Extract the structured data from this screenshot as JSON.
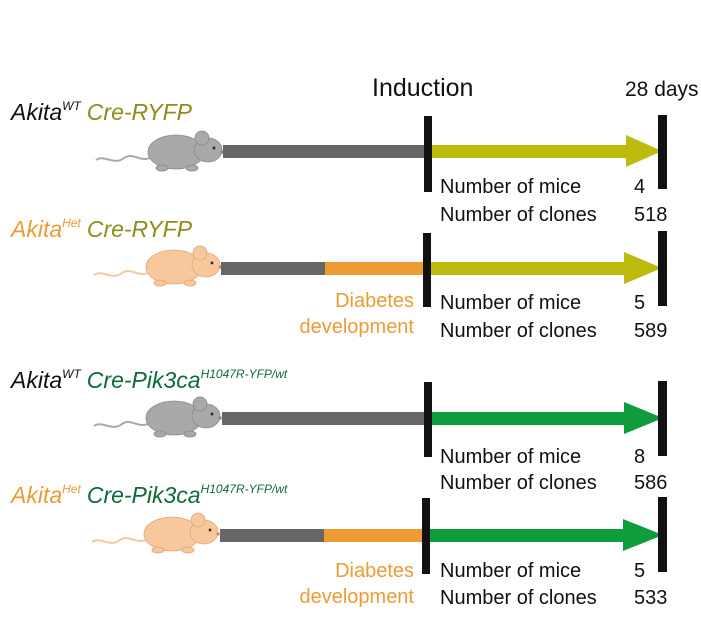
{
  "header": {
    "induction": "Induction",
    "end_time": "28 days"
  },
  "colors": {
    "black": "#111111",
    "gray_segment": "#666666",
    "orange": "#ED9B33",
    "olive_text": "#8E8C1B",
    "yellow_green_arrow": "#BDBB0E",
    "green_arrow": "#0E9C3C",
    "dark_green_text": "#0D6B3A",
    "mouse_gray": "#A9A9A9",
    "mouse_orange": "#F6C89C"
  },
  "groups": [
    {
      "genotype_prefix": "Akita",
      "genotype_sup": "WT",
      "genotype_prefix_color": "#111111",
      "construct": "Cre-RYFP",
      "construct_sup": "",
      "construct_color": "#8E8C1B",
      "mouse_color": "gray",
      "pre_induction": [
        "gray"
      ],
      "post_induction_color": "#BDBB0E",
      "note_line1": "",
      "note_line2": "",
      "mice_label": "Number of mice",
      "mice_value": "4",
      "clones_label": "Number of clones",
      "clones_value": "518"
    },
    {
      "genotype_prefix": "Akita",
      "genotype_sup": "Het",
      "genotype_prefix_color": "#ED9B33",
      "construct": "Cre-RYFP",
      "construct_sup": "",
      "construct_color": "#8E8C1B",
      "mouse_color": "orange",
      "pre_induction": [
        "gray",
        "orange"
      ],
      "post_induction_color": "#BDBB0E",
      "note_line1": "Diabetes",
      "note_line2": "development",
      "mice_label": "Number of mice",
      "mice_value": "5",
      "clones_label": "Number of clones",
      "clones_value": "589"
    },
    {
      "genotype_prefix": "Akita",
      "genotype_sup": "WT",
      "genotype_prefix_color": "#111111",
      "construct": "Cre-Pik3ca",
      "construct_sup": "H1047R-YFP/wt",
      "construct_color": "#0D6B3A",
      "mouse_color": "gray",
      "pre_induction": [
        "gray"
      ],
      "post_induction_color": "#0E9C3C",
      "note_line1": "",
      "note_line2": "",
      "mice_label": "Number of mice",
      "mice_value": "8",
      "clones_label": "Number of clones",
      "clones_value": "586"
    },
    {
      "genotype_prefix": "Akita",
      "genotype_sup": "Het",
      "genotype_prefix_color": "#ED9B33",
      "construct": "Cre-Pik3ca",
      "construct_sup": "H1047R-YFP/wt",
      "construct_color": "#0D6B3A",
      "mouse_color": "orange",
      "pre_induction": [
        "gray",
        "orange"
      ],
      "post_induction_color": "#0E9C3C",
      "note_line1": "Diabetes",
      "note_line2": "development",
      "mice_label": "Number of mice",
      "mice_value": "5",
      "clones_label": "Number of clones",
      "clones_value": "533"
    }
  ]
}
